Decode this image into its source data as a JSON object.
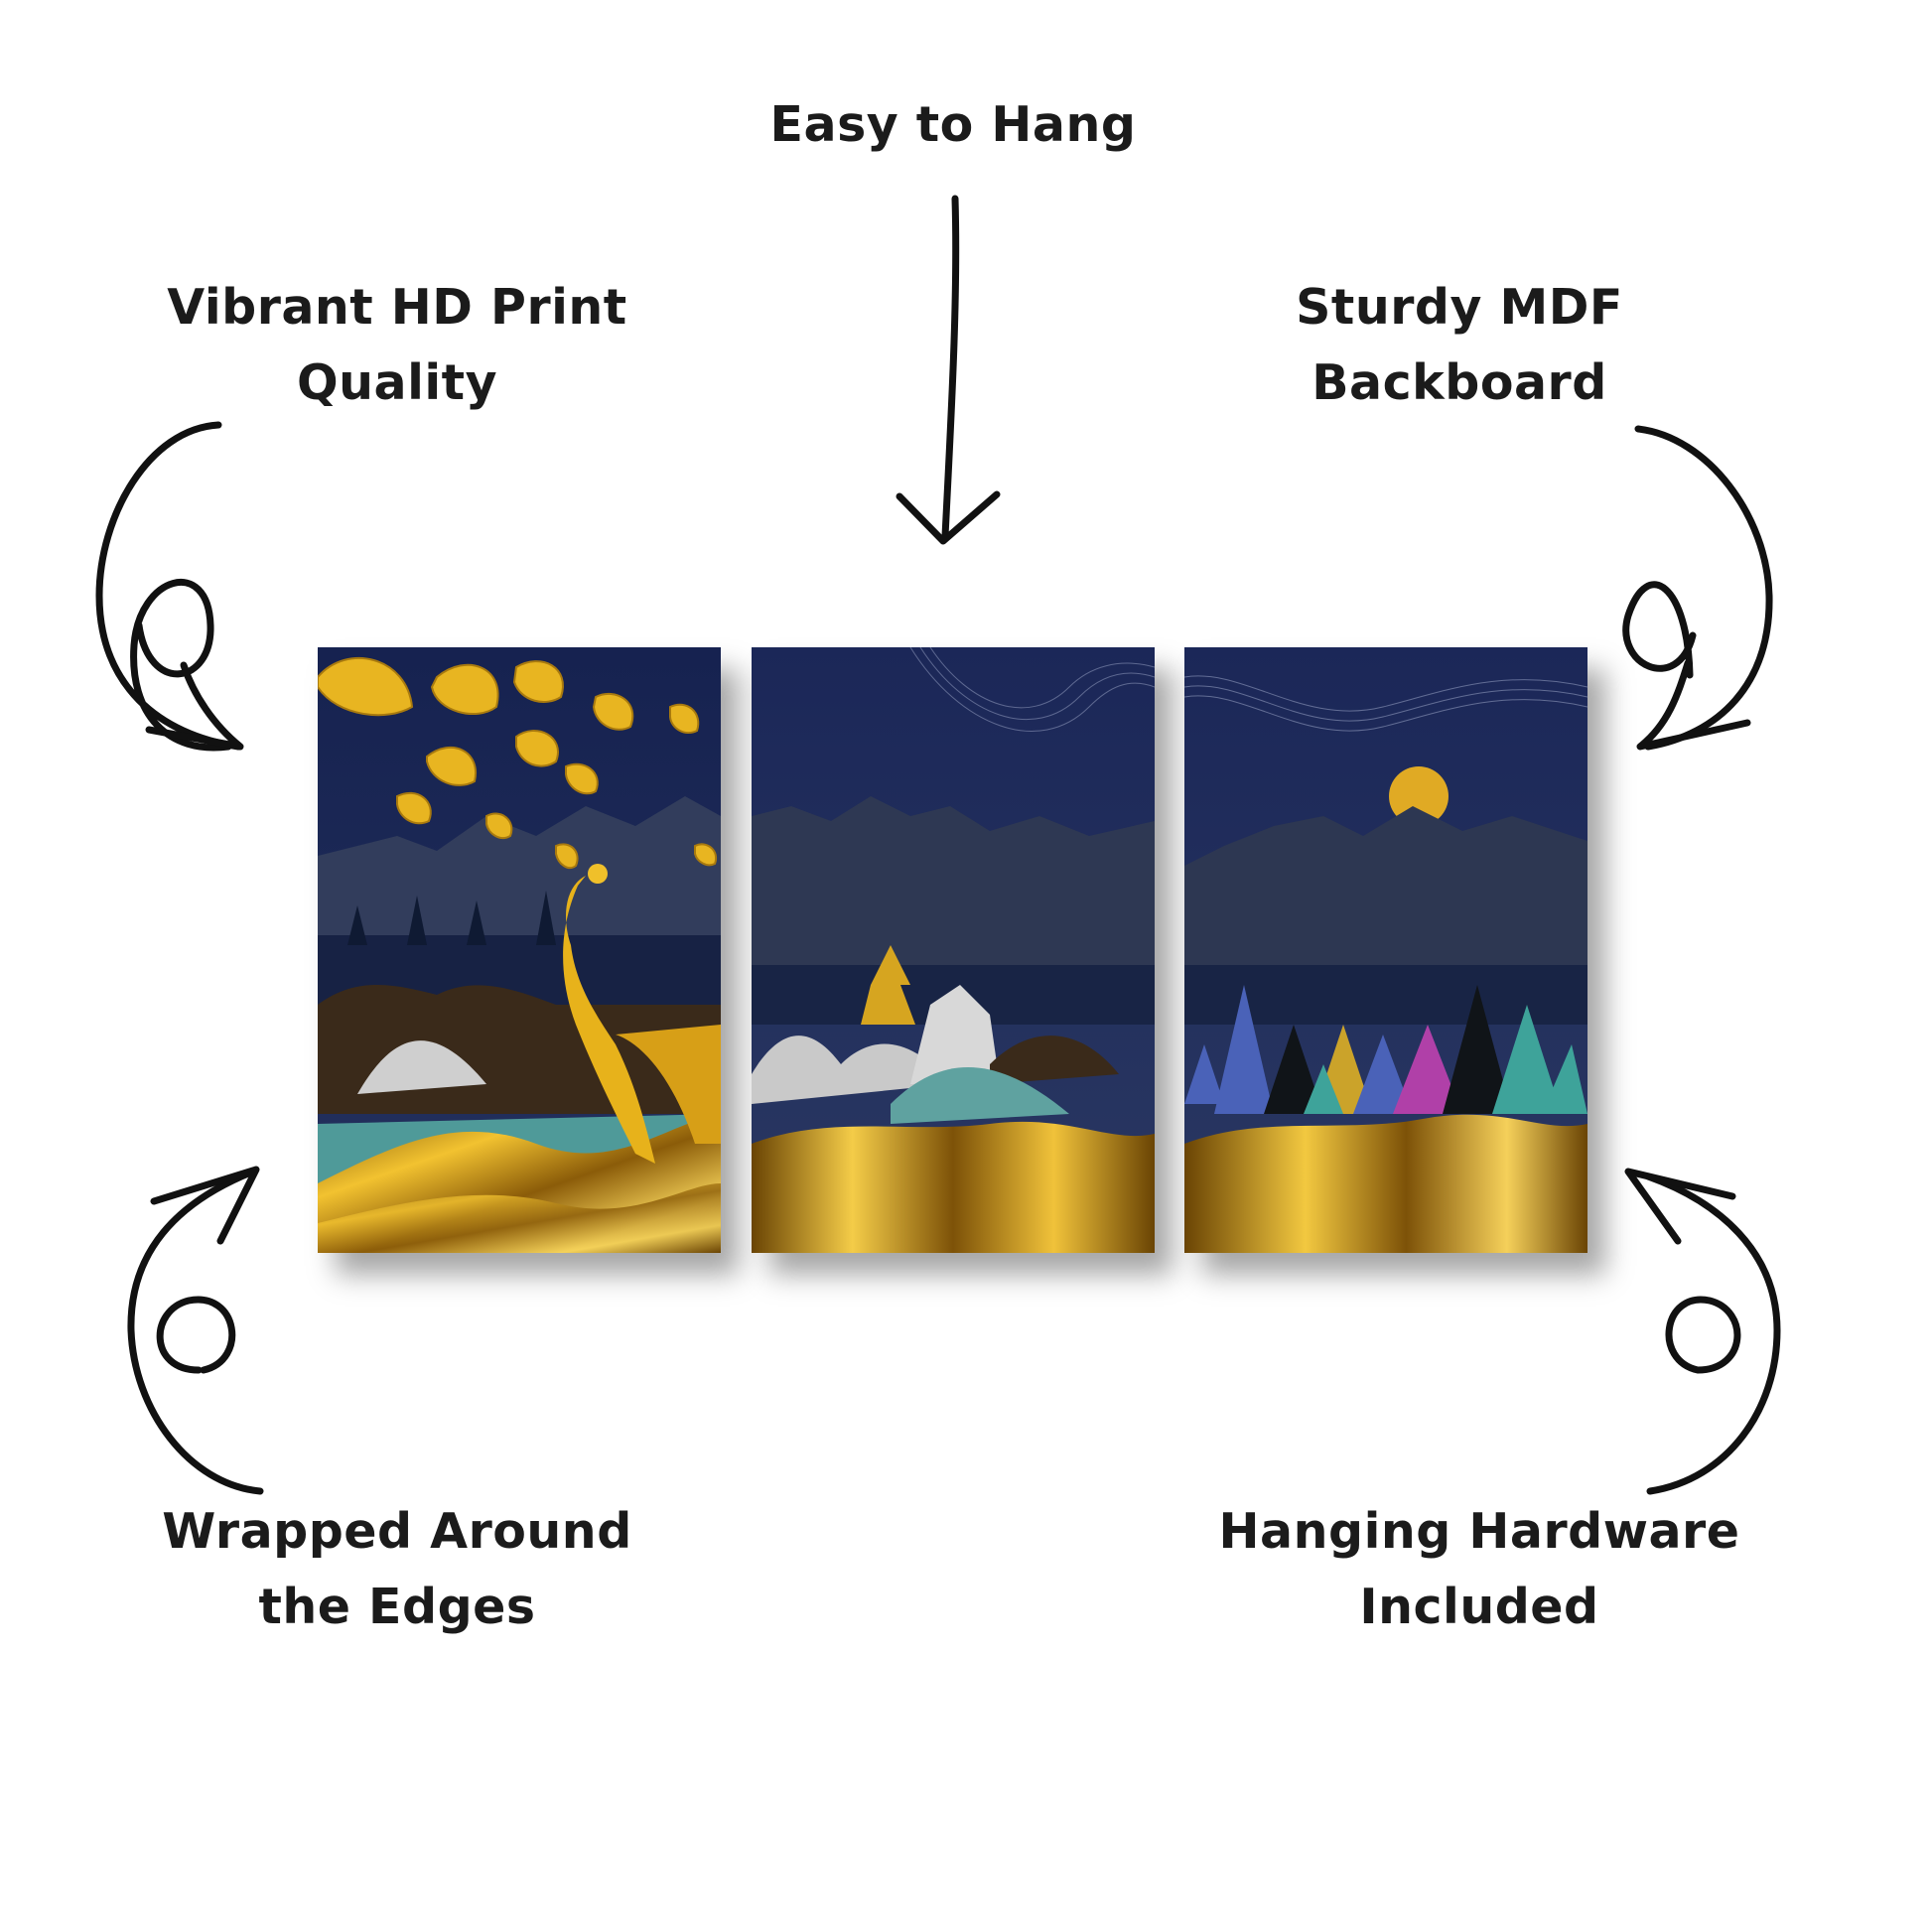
{
  "features": {
    "top": {
      "lines": [
        "Easy to Hang"
      ]
    },
    "top_left": {
      "lines": [
        "Vibrant HD Print",
        "Quality"
      ]
    },
    "top_right": {
      "lines": [
        "Sturdy MDF",
        "Backboard"
      ]
    },
    "bottom_left": {
      "lines": [
        "Wrapped Around",
        "the Edges"
      ]
    },
    "bottom_right": {
      "lines": [
        "Hanging Hardware",
        "Included"
      ]
    }
  },
  "colors": {
    "background": "#ffffff",
    "text": "#1b1b1b",
    "sky": "#1c2a5a",
    "mountain": "#2b3552",
    "gold": "#d9a21b",
    "teal": "#4f9a99"
  },
  "artwork": {
    "panels": [
      "left-panel-peacock",
      "center-panel-mountains",
      "right-panel-moon-trees"
    ]
  }
}
